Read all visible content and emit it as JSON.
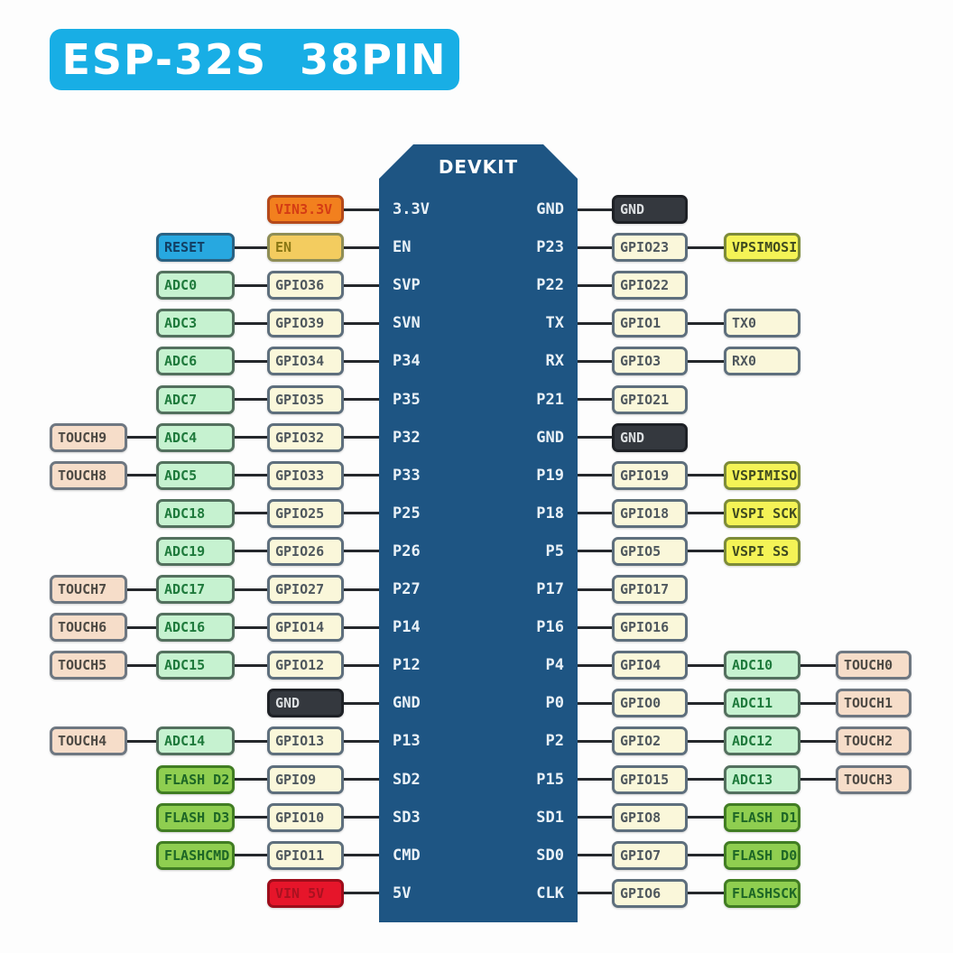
{
  "title": "ESP-32S  38PIN",
  "title_bg": "#18aee5",
  "chip": {
    "label": "DEVKIT",
    "body_color": "#1e5583",
    "text_color": "#e9f1f7"
  },
  "wire_color": "#25282c",
  "palette": {
    "power33": {
      "bg": "#f2801e",
      "border": "#b5491a",
      "text": "#d43c14"
    },
    "en": {
      "bg": "#f3cc5f",
      "border": "#8f8e55",
      "text": "#8a7714"
    },
    "reset": {
      "bg": "#27a8e0",
      "border": "#2a6283",
      "text": "#123f63"
    },
    "gpio": {
      "bg": "#faf7da",
      "border": "#5e6f7d",
      "text": "#4f585e"
    },
    "serial": {
      "bg": "#faf7da",
      "border": "#5e6f7d",
      "text": "#4f585e"
    },
    "adc": {
      "bg": "#c6f2d0",
      "border": "#53705e",
      "text": "#1f7a3c"
    },
    "touch": {
      "bg": "#f6ddc9",
      "border": "#6e7781",
      "text": "#4e4a44"
    },
    "gnd": {
      "bg": "#34383e",
      "border": "#1e2126",
      "text": "#dcdfe1"
    },
    "flash": {
      "bg": "#8fce50",
      "border": "#417d23",
      "text": "#1d6626"
    },
    "vin5": {
      "bg": "#e6152a",
      "border": "#9d0d1b",
      "text": "#aa1120"
    },
    "vspi": {
      "bg": "#f4f356",
      "border": "#7d8c38",
      "text": "#3f4a20"
    }
  },
  "rows": [
    {
      "left": {
        "pin": "3.3V",
        "boxes": [
          {
            "label": "VIN3.3V",
            "type": "power33"
          }
        ]
      },
      "right": {
        "pin": "GND",
        "boxes": [
          {
            "label": "GND",
            "type": "gnd"
          }
        ]
      }
    },
    {
      "left": {
        "pin": "EN",
        "boxes": [
          {
            "label": "EN",
            "type": "en"
          },
          {
            "label": "RESET",
            "type": "reset"
          }
        ]
      },
      "right": {
        "pin": "P23",
        "boxes": [
          {
            "label": "GPIO23",
            "type": "gpio"
          },
          {
            "label": "VPSIMOSI",
            "type": "vspi"
          }
        ]
      }
    },
    {
      "left": {
        "pin": "SVP",
        "boxes": [
          {
            "label": "GPIO36",
            "type": "gpio"
          },
          {
            "label": "ADC0",
            "type": "adc"
          }
        ]
      },
      "right": {
        "pin": "P22",
        "boxes": [
          {
            "label": "GPIO22",
            "type": "gpio"
          }
        ]
      }
    },
    {
      "left": {
        "pin": "SVN",
        "boxes": [
          {
            "label": "GPIO39",
            "type": "gpio"
          },
          {
            "label": "ADC3",
            "type": "adc"
          }
        ]
      },
      "right": {
        "pin": "TX",
        "boxes": [
          {
            "label": "GPIO1",
            "type": "gpio"
          },
          {
            "label": "TX0",
            "type": "serial"
          }
        ]
      }
    },
    {
      "left": {
        "pin": "P34",
        "boxes": [
          {
            "label": "GPIO34",
            "type": "gpio"
          },
          {
            "label": "ADC6",
            "type": "adc"
          }
        ]
      },
      "right": {
        "pin": "RX",
        "boxes": [
          {
            "label": "GPIO3",
            "type": "gpio"
          },
          {
            "label": "RX0",
            "type": "serial"
          }
        ]
      }
    },
    {
      "left": {
        "pin": "P35",
        "boxes": [
          {
            "label": "GPIO35",
            "type": "gpio"
          },
          {
            "label": "ADC7",
            "type": "adc"
          }
        ]
      },
      "right": {
        "pin": "P21",
        "boxes": [
          {
            "label": "GPIO21",
            "type": "gpio"
          }
        ]
      }
    },
    {
      "left": {
        "pin": "P32",
        "boxes": [
          {
            "label": "GPIO32",
            "type": "gpio"
          },
          {
            "label": "ADC4",
            "type": "adc"
          },
          {
            "label": "TOUCH9",
            "type": "touch"
          }
        ]
      },
      "right": {
        "pin": "GND",
        "boxes": [
          {
            "label": "GND",
            "type": "gnd"
          }
        ]
      }
    },
    {
      "left": {
        "pin": "P33",
        "boxes": [
          {
            "label": "GPIO33",
            "type": "gpio"
          },
          {
            "label": "ADC5",
            "type": "adc"
          },
          {
            "label": "TOUCH8",
            "type": "touch"
          }
        ]
      },
      "right": {
        "pin": "P19",
        "boxes": [
          {
            "label": "GPIO19",
            "type": "gpio"
          },
          {
            "label": "VSPIMISO",
            "type": "vspi"
          }
        ]
      }
    },
    {
      "left": {
        "pin": "P25",
        "boxes": [
          {
            "label": "GPIO25",
            "type": "gpio"
          },
          {
            "label": "ADC18",
            "type": "adc"
          }
        ]
      },
      "right": {
        "pin": "P18",
        "boxes": [
          {
            "label": "GPIO18",
            "type": "gpio"
          },
          {
            "label": "VSPI SCK",
            "type": "vspi"
          }
        ]
      }
    },
    {
      "left": {
        "pin": "P26",
        "boxes": [
          {
            "label": "GPIO26",
            "type": "gpio"
          },
          {
            "label": "ADC19",
            "type": "adc"
          }
        ]
      },
      "right": {
        "pin": "P5",
        "boxes": [
          {
            "label": "GPIO5",
            "type": "gpio"
          },
          {
            "label": "VSPI SS",
            "type": "vspi"
          }
        ]
      }
    },
    {
      "left": {
        "pin": "P27",
        "boxes": [
          {
            "label": "GPIO27",
            "type": "gpio"
          },
          {
            "label": "ADC17",
            "type": "adc"
          },
          {
            "label": "TOUCH7",
            "type": "touch"
          }
        ]
      },
      "right": {
        "pin": "P17",
        "boxes": [
          {
            "label": "GPIO17",
            "type": "gpio"
          }
        ]
      }
    },
    {
      "left": {
        "pin": "P14",
        "boxes": [
          {
            "label": "GPIO14",
            "type": "gpio"
          },
          {
            "label": "ADC16",
            "type": "adc"
          },
          {
            "label": "TOUCH6",
            "type": "touch"
          }
        ]
      },
      "right": {
        "pin": "P16",
        "boxes": [
          {
            "label": "GPIO16",
            "type": "gpio"
          }
        ]
      }
    },
    {
      "left": {
        "pin": "P12",
        "boxes": [
          {
            "label": "GPIO12",
            "type": "gpio"
          },
          {
            "label": "ADC15",
            "type": "adc"
          },
          {
            "label": "TOUCH5",
            "type": "touch"
          }
        ]
      },
      "right": {
        "pin": "P4",
        "boxes": [
          {
            "label": "GPIO4",
            "type": "gpio"
          },
          {
            "label": "ADC10",
            "type": "adc"
          },
          {
            "label": "TOUCH0",
            "type": "touch"
          }
        ]
      }
    },
    {
      "left": {
        "pin": "GND",
        "boxes": [
          {
            "label": "GND",
            "type": "gnd"
          }
        ]
      },
      "right": {
        "pin": "P0",
        "boxes": [
          {
            "label": "GPIO0",
            "type": "gpio"
          },
          {
            "label": "ADC11",
            "type": "adc"
          },
          {
            "label": "TOUCH1",
            "type": "touch"
          }
        ]
      }
    },
    {
      "left": {
        "pin": "P13",
        "boxes": [
          {
            "label": "GPIO13",
            "type": "gpio"
          },
          {
            "label": "ADC14",
            "type": "adc"
          },
          {
            "label": "TOUCH4",
            "type": "touch"
          }
        ]
      },
      "right": {
        "pin": "P2",
        "boxes": [
          {
            "label": "GPIO2",
            "type": "gpio"
          },
          {
            "label": "ADC12",
            "type": "adc"
          },
          {
            "label": "TOUCH2",
            "type": "touch"
          }
        ]
      }
    },
    {
      "left": {
        "pin": "SD2",
        "boxes": [
          {
            "label": "GPIO9",
            "type": "gpio"
          },
          {
            "label": "FLASH D2",
            "type": "flash"
          }
        ]
      },
      "right": {
        "pin": "P15",
        "boxes": [
          {
            "label": "GPIO15",
            "type": "gpio"
          },
          {
            "label": "ADC13",
            "type": "adc"
          },
          {
            "label": "TOUCH3",
            "type": "touch"
          }
        ]
      }
    },
    {
      "left": {
        "pin": "SD3",
        "boxes": [
          {
            "label": "GPIO10",
            "type": "gpio"
          },
          {
            "label": "FLASH D3",
            "type": "flash"
          }
        ]
      },
      "right": {
        "pin": "SD1",
        "boxes": [
          {
            "label": "GPIO8",
            "type": "gpio"
          },
          {
            "label": "FLASH D1",
            "type": "flash"
          }
        ]
      }
    },
    {
      "left": {
        "pin": "CMD",
        "boxes": [
          {
            "label": "GPIO11",
            "type": "gpio"
          },
          {
            "label": "FLASHCMD",
            "type": "flash"
          }
        ]
      },
      "right": {
        "pin": "SD0",
        "boxes": [
          {
            "label": "GPIO7",
            "type": "gpio"
          },
          {
            "label": "FLASH D0",
            "type": "flash"
          }
        ]
      }
    },
    {
      "left": {
        "pin": "5V",
        "boxes": [
          {
            "label": "VIN 5V",
            "type": "vin5"
          }
        ]
      },
      "right": {
        "pin": "CLK",
        "boxes": [
          {
            "label": "GPIO6",
            "type": "gpio"
          },
          {
            "label": "FLASHSCK",
            "type": "flash"
          }
        ]
      }
    }
  ]
}
